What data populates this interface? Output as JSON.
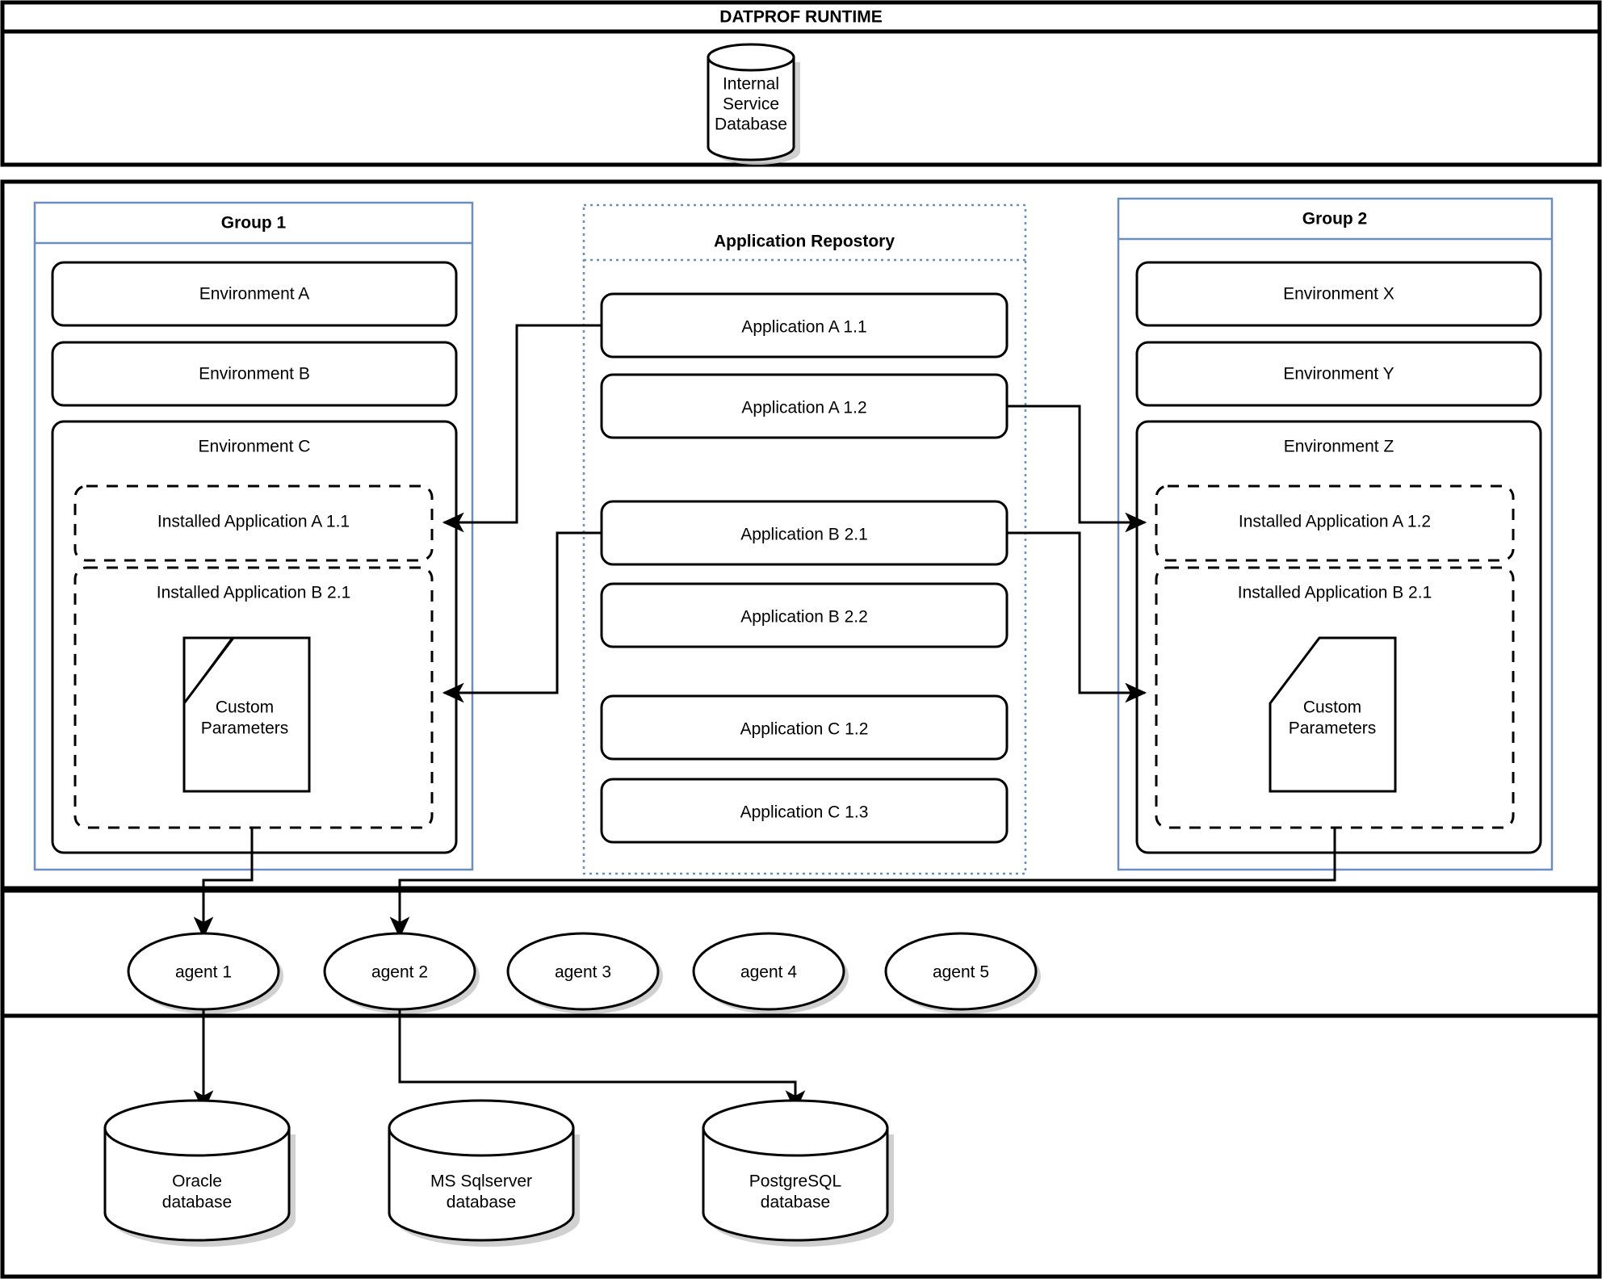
{
  "header": {
    "title": "DATPROF RUNTIME"
  },
  "internal_db": {
    "lines": [
      "Internal",
      "Service",
      "Database"
    ],
    "icon": "database-cylinder-icon"
  },
  "groups": [
    {
      "id": "group-1",
      "title": "Group 1",
      "environments": [
        {
          "id": "environment-a",
          "label": "Environment A",
          "installed": []
        },
        {
          "id": "environment-b",
          "label": "Environment B",
          "installed": []
        },
        {
          "id": "environment-c",
          "label": "Environment C",
          "installed": [
            {
              "id": "installed-application-a-1-1",
              "label": "Installed Application A 1.1",
              "custom_parameters": null
            },
            {
              "id": "installed-application-b-2-1",
              "label": "Installed Application B 2.1",
              "custom_parameters": {
                "lines": [
                  "Custom",
                  "Parameters"
                ],
                "icon": "document-note-icon"
              }
            }
          ]
        }
      ]
    },
    {
      "id": "group-2",
      "title": "Group 2",
      "environments": [
        {
          "id": "environment-x",
          "label": "Environment X",
          "installed": []
        },
        {
          "id": "environment-y",
          "label": "Environment Y",
          "installed": []
        },
        {
          "id": "environment-z",
          "label": "Environment Z",
          "installed": [
            {
              "id": "installed-application-a-1-2",
              "label": "Installed Application A 1.2",
              "custom_parameters": null
            },
            {
              "id": "installed-application-b-2-1-g2",
              "label": "Installed Application B 2.1",
              "custom_parameters": {
                "lines": [
                  "Custom",
                  "Parameters"
                ],
                "icon": "document-note-icon"
              }
            }
          ]
        }
      ]
    }
  ],
  "repository": {
    "title": "Application Repostory",
    "applications": [
      {
        "id": "application-a-1-1",
        "label": "Application A 1.1"
      },
      {
        "id": "application-a-1-2",
        "label": "Application A 1.2"
      },
      {
        "id": "application-b-2-1",
        "label": "Application B 2.1"
      },
      {
        "id": "application-b-2-2",
        "label": "Application B 2.2"
      },
      {
        "id": "application-c-1-2",
        "label": "Application C 1.2"
      },
      {
        "id": "application-c-1-3",
        "label": "Application C 1.3"
      }
    ]
  },
  "agents": [
    {
      "id": "agent-1",
      "label": "agent 1"
    },
    {
      "id": "agent-2",
      "label": "agent 2"
    },
    {
      "id": "agent-3",
      "label": "agent 3"
    },
    {
      "id": "agent-4",
      "label": "agent 4"
    },
    {
      "id": "agent-5",
      "label": "agent 5"
    }
  ],
  "databases": [
    {
      "id": "oracle-database",
      "lines": [
        "Oracle",
        "database"
      ],
      "icon": "database-cylinder-icon"
    },
    {
      "id": "ms-sqlserver-database",
      "lines": [
        "MS Sqlserver",
        "database"
      ],
      "icon": "database-cylinder-icon"
    },
    {
      "id": "postgresql-database",
      "lines": [
        "PostgreSQL",
        "database"
      ],
      "icon": "database-cylinder-icon"
    }
  ],
  "colors": {
    "panel_border_blue": "#6c8ebf",
    "stroke_black": "#000000",
    "background": "#ffffff",
    "shadow": "#c8c8c8"
  }
}
